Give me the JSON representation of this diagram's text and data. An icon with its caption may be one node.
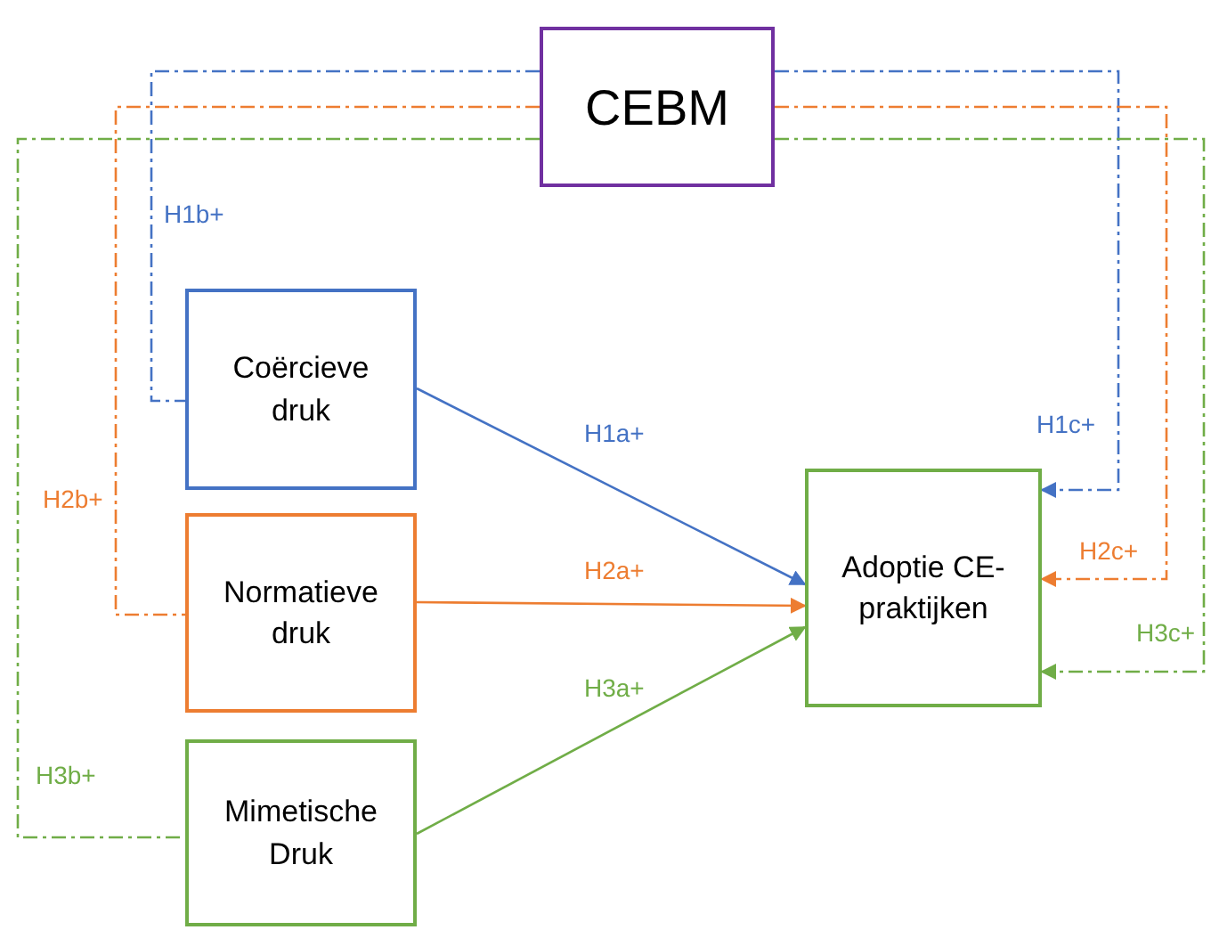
{
  "diagram": {
    "nodes": [
      {
        "text": [
          "CEBM"
        ]
      },
      {
        "text": [
          "Coërcieve druk"
        ]
      },
      {
        "text": [
          "Normatieve druk"
        ]
      },
      {
        "text": [
          "Mimetische Druk"
        ]
      },
      {
        "text": [
          "Adoptie CE-praktijken"
        ]
      }
    ],
    "edges": [
      {
        "from": 1,
        "to": 4,
        "arrow": "to",
        "label": "H1a+",
        "color": "#4472c4"
      },
      {
        "from": 2,
        "to": 4,
        "arrow": "to",
        "label": "H2a+",
        "color": "#ed7d31"
      },
      {
        "from": 3,
        "to": 4,
        "arrow": "to",
        "label": "H3a+",
        "color": "#70ad47"
      },
      {
        "from": 0,
        "to": 1,
        "arrow": "none",
        "label": "H1b+",
        "style": "dashed",
        "color": "#4472c4"
      },
      {
        "from": 0,
        "to": 4,
        "arrow": "to",
        "label": "H1c+",
        "style": "dashed",
        "color": "#4472c4"
      },
      {
        "from": 0,
        "to": 2,
        "arrow": "none",
        "label": "H2b+",
        "style": "dashed",
        "color": "#ed7d31"
      },
      {
        "from": 0,
        "to": 4,
        "arrow": "to",
        "label": "H2c+",
        "style": "dashed",
        "color": "#ed7d31"
      },
      {
        "from": 0,
        "to": 3,
        "arrow": "none",
        "label": "H3b+",
        "style": "dashed",
        "color": "#70ad47"
      },
      {
        "from": 0,
        "to": 4,
        "arrow": "to",
        "label": "H3c+",
        "style": "dashed",
        "color": "#70ad47"
      }
    ]
  }
}
